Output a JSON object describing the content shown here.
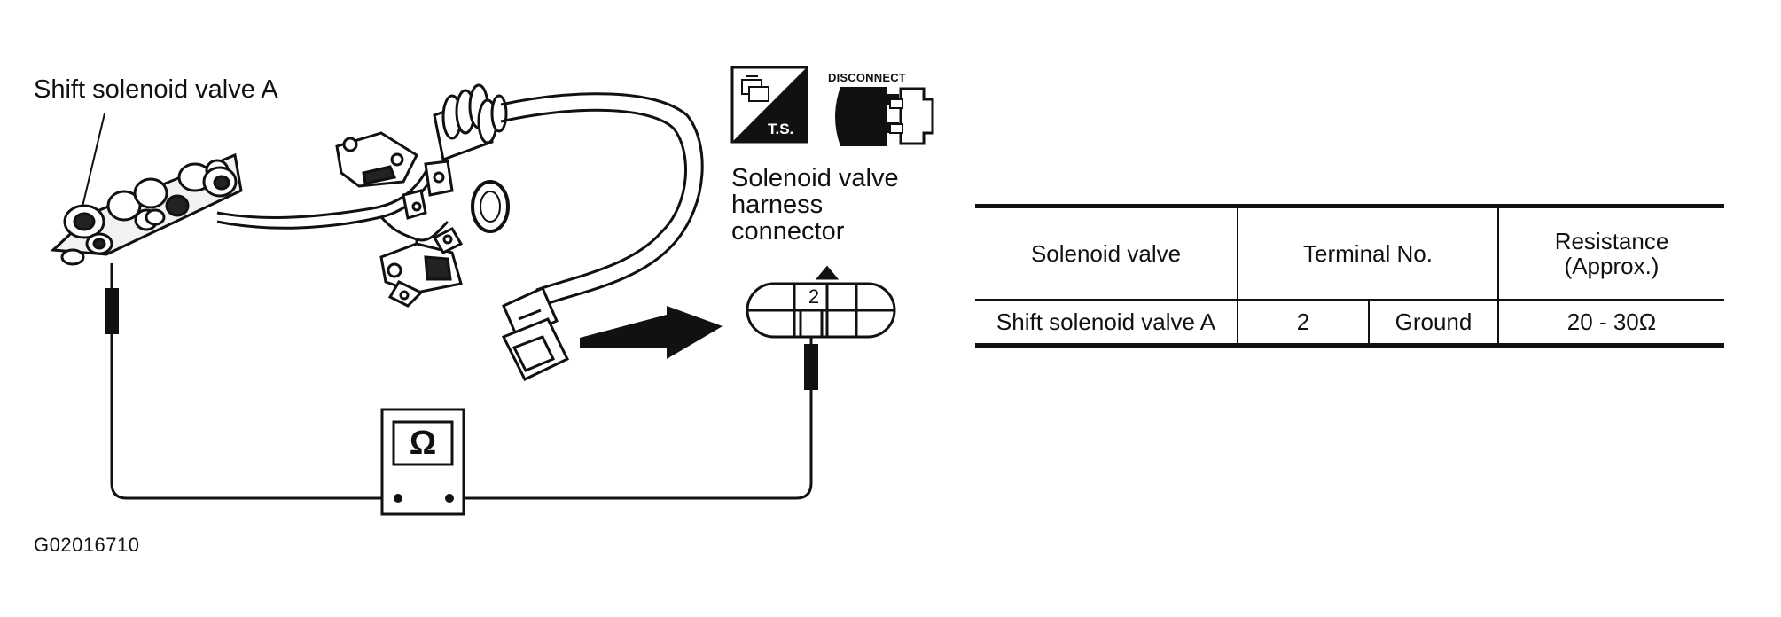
{
  "diagram": {
    "valve_callout": "Shift solenoid valve A",
    "connector_label": [
      "Solenoid valve",
      "harness",
      "connector"
    ],
    "connector_terminal": "2",
    "ohmmeter_symbol": "Ω",
    "ts_badge": "T.S.",
    "disconnect_badge": "DISCONNECT",
    "figure_id": "G02016710"
  },
  "table": {
    "headers": {
      "solenoid_valve": "Solenoid valve",
      "terminal_no": "Terminal No.",
      "resistance_line1": "Resistance",
      "resistance_line2": "(Approx.)"
    },
    "rows": [
      {
        "solenoid_valve": "Shift solenoid valve A",
        "terminal": "2",
        "ground": "Ground",
        "resistance": "20 - 30Ω"
      }
    ]
  }
}
